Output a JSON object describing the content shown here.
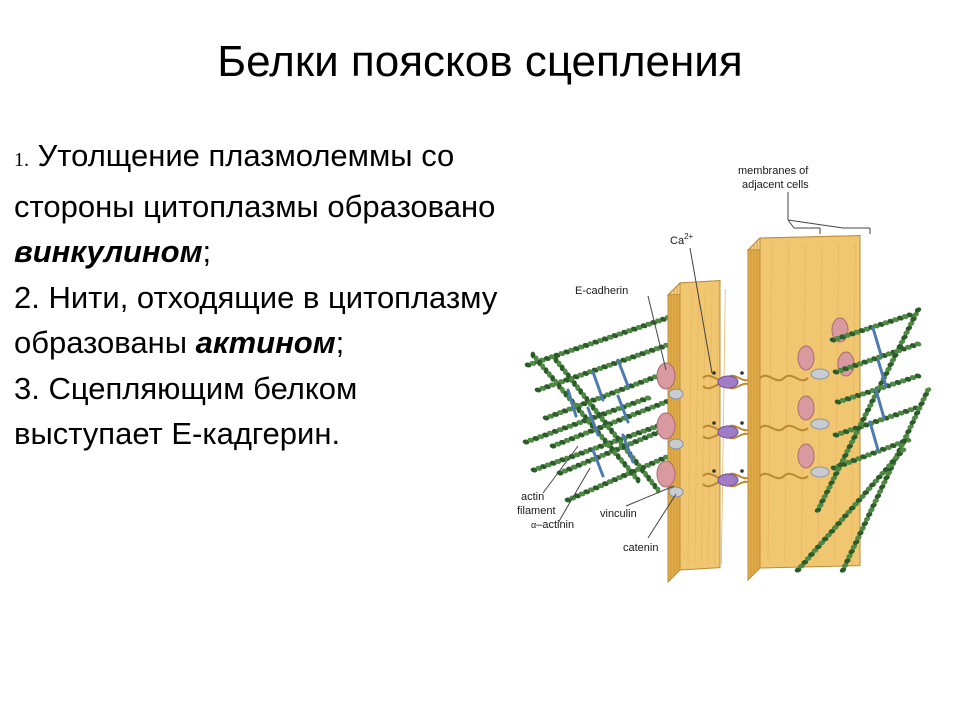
{
  "slide": {
    "title": "Белки поясков сцепления",
    "points": [
      {
        "num": "1.",
        "parts": [
          " Утолщение плазмолеммы со стороны цитоплазмы образовано ",
          "винкулином",
          ";"
        ]
      },
      {
        "num": "2.",
        "parts": [
          " Нити, отходящие в цитоплазму  образованы ",
          "актином",
          ";"
        ]
      },
      {
        "num": "3.",
        "parts": [
          " Сцепляющим белком выступает Е-кадгерин."
        ]
      }
    ]
  },
  "diagram": {
    "labels": {
      "membranes_line1": "membranes of",
      "membranes_line2": "adjacent cells",
      "calcium": "Ca",
      "calcium_sup": "2+",
      "e_cadherin": "E-cadherin",
      "actin_line1": "actin",
      "actin_line2": "filament",
      "alpha_symbol": "α",
      "alpha_actinin": "–actinin",
      "vinculin": "vinculin",
      "catenin": "catenin"
    },
    "colors": {
      "membrane_face": "#f1c670",
      "membrane_side": "#e0ac4a",
      "membrane_edge": "#b98c38",
      "actin_green": "#4e8a43",
      "actin_dark": "#2d5c2a",
      "alpha_actinin_blue": "#4e7ab0",
      "cadherin_pink": "#d99a9f",
      "vinculin_purple": "#a07cc6",
      "catenin_gray": "#c8cbd2",
      "label_line": "#444444"
    }
  }
}
